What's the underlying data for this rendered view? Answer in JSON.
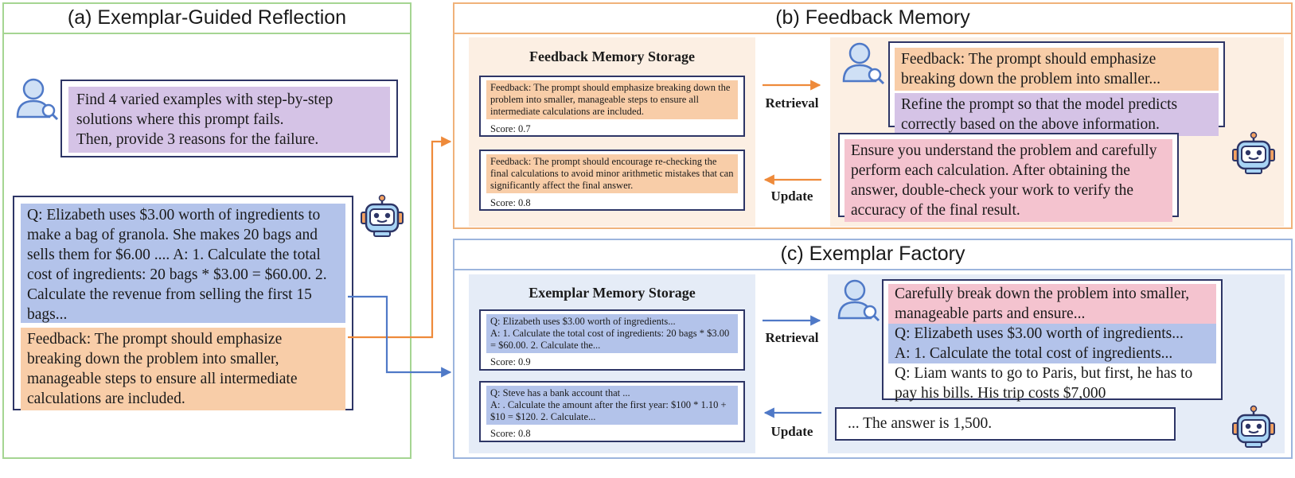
{
  "panel_a": {
    "title": "(a) Exemplar-Guided Reflection",
    "user_prompt": "Find 4 varied examples with step-by-step solutions where this prompt fails.\nThen, provide 3 reasons for the failure.",
    "qa_text": "Q: Elizabeth uses $3.00 worth of ingredients to make a  bag of granola.  She makes 20 bags and sells them for $6.00 .... A: 1. Calculate the total cost of ingredients: 20 bags * $3.00 = $60.00. 2. Calculate the revenue from selling the first 15 bags...",
    "feedback_text": "Feedback: The prompt should emphasize breaking down the problem into smaller, manageable steps to ensure all intermediate calculations are included."
  },
  "panel_b": {
    "title": "(b) Feedback Memory",
    "storage_title": "Feedback Memory Storage",
    "items": [
      {
        "text": "Feedback: The prompt should emphasize breaking down the problem into smaller, manageable steps to ensure all intermediate calculations are included.",
        "score": "Score: 0.7"
      },
      {
        "text": "Feedback: The prompt should encourage re-checking the final calculations to avoid minor arithmetic mistakes that can significantly affect the final answer.",
        "score": "Score: 0.8"
      }
    ],
    "retrieval_label": "Retrieval",
    "update_label": "Update",
    "query_feedback": "Feedback: The prompt should emphasize breaking down the problem into smaller...",
    "query_instruction": "Refine the prompt so that the model predicts correctly based on the above information.",
    "response": "Ensure you understand the problem and carefully perform each calculation. After obtaining the answer, double-check your work to verify the accuracy of the final result."
  },
  "panel_c": {
    "title": "(c) Exemplar Factory",
    "storage_title": "Exemplar Memory Storage",
    "items": [
      {
        "text": "Q: Elizabeth uses $3.00 worth of ingredients...\nA: 1. Calculate the total cost of ingredients: 20 bags * $3.00 = $60.00. 2. Calculate the...",
        "score": "Score: 0.9"
      },
      {
        "text": "Q: Steve has a bank account that ...\nA: . Calculate the amount after the first year: $100 * 1.10 + $10 = $120. 2. Calculate...",
        "score": "Score: 0.8"
      }
    ],
    "retrieval_label": "Retrieval",
    "update_label": "Update",
    "query_prompt": "Carefully break down the problem into smaller, manageable parts and ensure...",
    "query_q": "Q: Elizabeth uses $3.00 worth of ingredients...",
    "query_a": "A: 1. Calculate the total cost of ingredients...",
    "query_new": "Q: Liam wants to go to Paris, but first, he has to pay his bills. His trip costs $7,000",
    "response": "... The answer is 1,500."
  },
  "colors": {
    "green_border": "#a5d592",
    "orange_border": "#f0b27a",
    "blue_border": "#9cb5dd",
    "box_border": "#2d3566",
    "orange_arrow": "#ee8a3a",
    "blue_arrow": "#4f79c7",
    "purple_fill": "#d5c3e6",
    "blue_fill": "#b3c3ea",
    "peach_fill": "#f8cda8",
    "pink_fill": "#f4c3cf"
  },
  "icons": [
    "user-search-icon",
    "robot-icon"
  ]
}
